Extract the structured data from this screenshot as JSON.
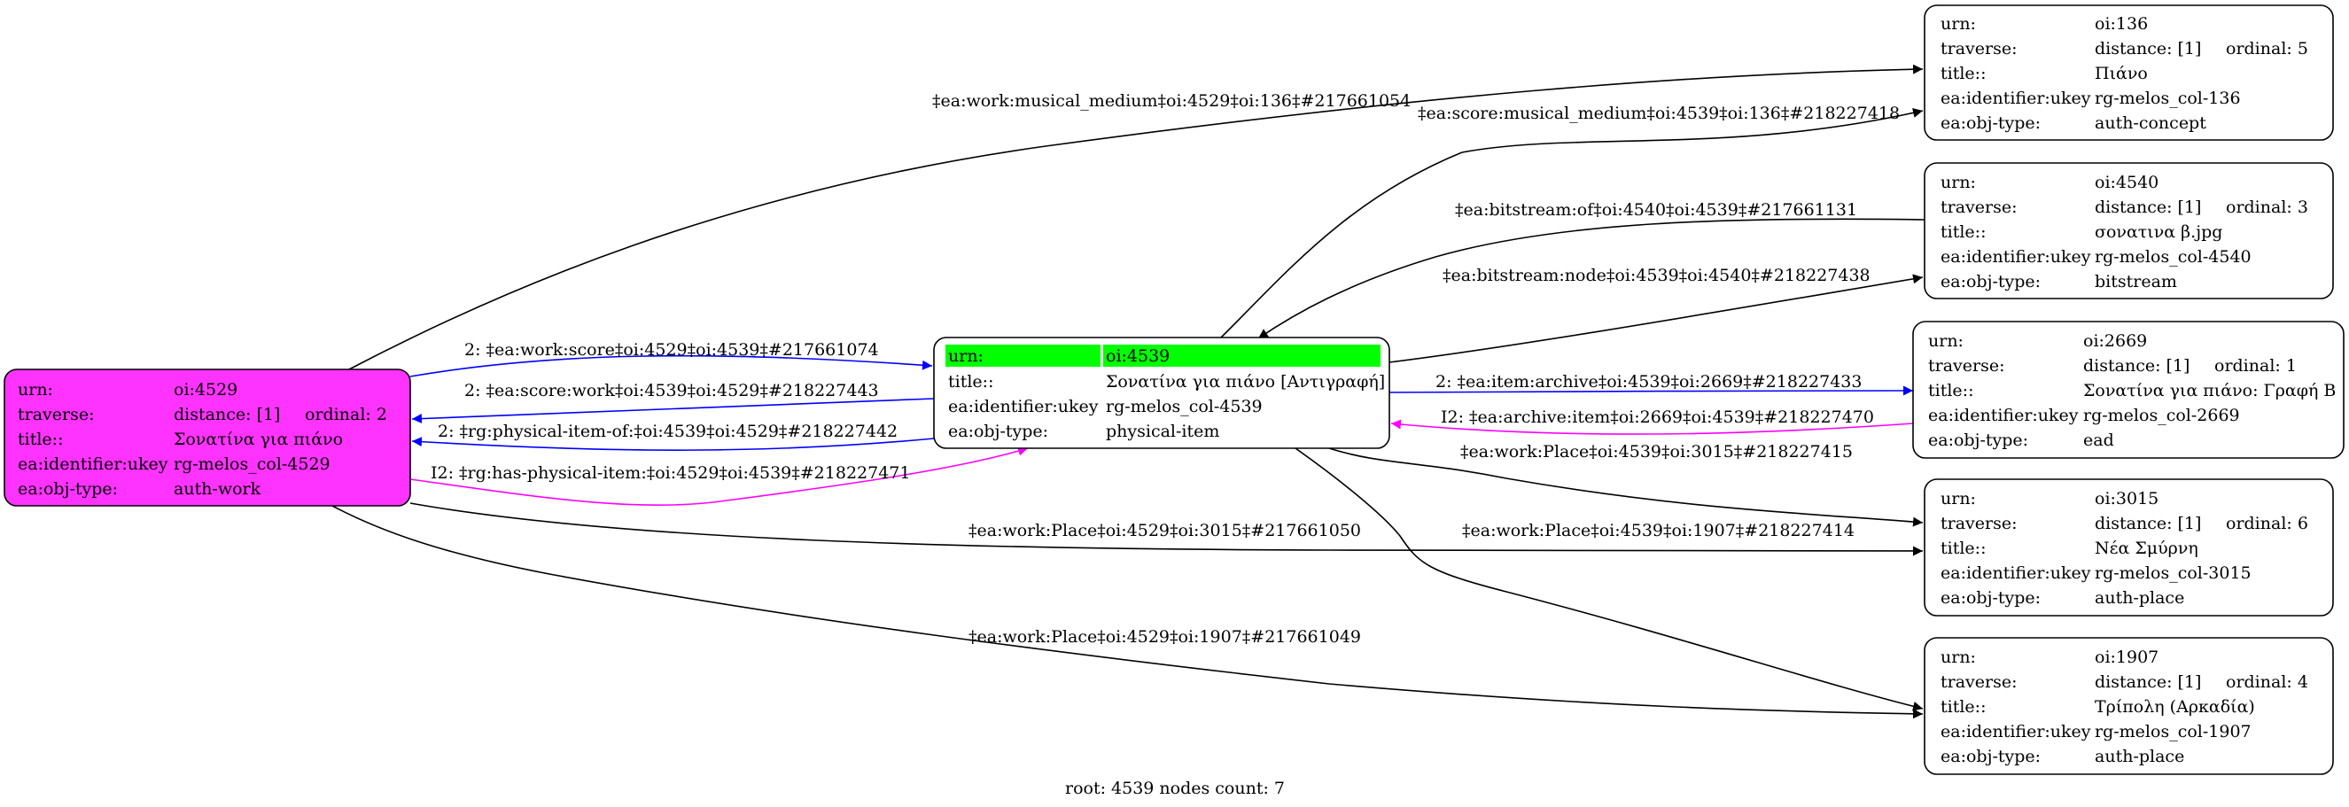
{
  "colors": {
    "black": "#000000",
    "blue": "#0000ff",
    "magenta": "#ff00ff",
    "root_fill": "#ff33ff",
    "highlight": "#00ff00",
    "node_fill": "#ffffff"
  },
  "footer": "root: 4539 nodes count: 7",
  "nodes": [
    {
      "id": "n4529",
      "rows": [
        {
          "key": "urn:",
          "value": "oi:4529"
        },
        {
          "key": "traverse:",
          "value": "distance: [1]",
          "extra": "ordinal: 2"
        },
        {
          "key": "title::",
          "value": "Σονατίνα για πιάνο"
        },
        {
          "key": "ea:identifier:ukey",
          "value": "rg-melos_col-4529"
        },
        {
          "key": "ea:obj-type:",
          "value": "auth-work"
        }
      ]
    },
    {
      "id": "n4539",
      "rows": [
        {
          "key": "urn:",
          "value": "oi:4539"
        },
        {
          "key": "title::",
          "value": "Σονατίνα για πιάνο [Αντιγραφή]"
        },
        {
          "key": "ea:identifier:ukey",
          "value": "rg-melos_col-4539"
        },
        {
          "key": "ea:obj-type:",
          "value": "physical-item"
        }
      ]
    },
    {
      "id": "n136",
      "rows": [
        {
          "key": "urn:",
          "value": "oi:136"
        },
        {
          "key": "traverse:",
          "value": "distance: [1]",
          "extra": "ordinal: 5"
        },
        {
          "key": "title::",
          "value": "Πιάνο"
        },
        {
          "key": "ea:identifier:ukey",
          "value": "rg-melos_col-136"
        },
        {
          "key": "ea:obj-type:",
          "value": "auth-concept"
        }
      ]
    },
    {
      "id": "n4540",
      "rows": [
        {
          "key": "urn:",
          "value": "oi:4540"
        },
        {
          "key": "traverse:",
          "value": "distance: [1]",
          "extra": "ordinal: 3"
        },
        {
          "key": "title::",
          "value": "σονατινα β.jpg"
        },
        {
          "key": "ea:identifier:ukey",
          "value": "rg-melos_col-4540"
        },
        {
          "key": "ea:obj-type:",
          "value": "bitstream"
        }
      ]
    },
    {
      "id": "n2669",
      "rows": [
        {
          "key": "urn:",
          "value": "oi:2669"
        },
        {
          "key": "traverse:",
          "value": "distance: [1]",
          "extra": "ordinal: 1"
        },
        {
          "key": "title::",
          "value": "Σονατίνα για πιάνο: Γραφή Β"
        },
        {
          "key": "ea:identifier:ukey",
          "value": "rg-melos_col-2669"
        },
        {
          "key": "ea:obj-type:",
          "value": "ead"
        }
      ]
    },
    {
      "id": "n3015",
      "rows": [
        {
          "key": "urn:",
          "value": "oi:3015"
        },
        {
          "key": "traverse:",
          "value": "distance: [1]",
          "extra": "ordinal: 6"
        },
        {
          "key": "title::",
          "value": "Νέα Σμύρνη"
        },
        {
          "key": "ea:identifier:ukey",
          "value": "rg-melos_col-3015"
        },
        {
          "key": "ea:obj-type:",
          "value": "auth-place"
        }
      ]
    },
    {
      "id": "n1907",
      "rows": [
        {
          "key": "urn:",
          "value": "oi:1907"
        },
        {
          "key": "traverse:",
          "value": "distance: [1]",
          "extra": "ordinal: 4"
        },
        {
          "key": "title::",
          "value": "Τρίπολη (Αρκαδία)"
        },
        {
          "key": "ea:identifier:ukey",
          "value": "rg-melos_col-1907"
        },
        {
          "key": "ea:obj-type:",
          "value": "auth-place"
        }
      ]
    }
  ],
  "edges": [
    {
      "from": "oi:4529",
      "to": "oi:136",
      "color": "black",
      "label": "‡ea:work:musical_medium‡oi:4529‡oi:136‡#217661054"
    },
    {
      "from": "oi:4539",
      "to": "oi:136",
      "color": "black",
      "label": "‡ea:score:musical_medium‡oi:4539‡oi:136‡#218227418"
    },
    {
      "from": "oi:4540",
      "to": "oi:4539",
      "color": "black",
      "label": "‡ea:bitstream:of‡oi:4540‡oi:4539‡#217661131"
    },
    {
      "from": "oi:4539",
      "to": "oi:4540",
      "color": "black",
      "label": "‡ea:bitstream:node‡oi:4539‡oi:4540‡#218227438"
    },
    {
      "from": "oi:4529",
      "to": "oi:4539",
      "color": "blue",
      "label": "2: ‡ea:work:score‡oi:4529‡oi:4539‡#217661074"
    },
    {
      "from": "oi:4539",
      "to": "oi:4529",
      "color": "blue",
      "label": "2: ‡ea:score:work‡oi:4539‡oi:4529‡#218227443"
    },
    {
      "from": "oi:4539",
      "to": "oi:4529",
      "color": "blue",
      "label": "2: ‡rg:physical-item-of:‡oi:4539‡oi:4529‡#218227442"
    },
    {
      "from": "oi:4529",
      "to": "oi:4539",
      "color": "magenta",
      "label": "I2: ‡rg:has-physical-item:‡oi:4529‡oi:4539‡#218227471"
    },
    {
      "from": "oi:4539",
      "to": "oi:2669",
      "color": "blue",
      "label": "2: ‡ea:item:archive‡oi:4539‡oi:2669‡#218227433"
    },
    {
      "from": "oi:2669",
      "to": "oi:4539",
      "color": "magenta",
      "label": "I2: ‡ea:archive:item‡oi:2669‡oi:4539‡#218227470"
    },
    {
      "from": "oi:4539",
      "to": "oi:3015",
      "color": "black",
      "label": "‡ea:work:Place‡oi:4539‡oi:3015‡#218227415"
    },
    {
      "from": "oi:4529",
      "to": "oi:3015",
      "color": "black",
      "label": "‡ea:work:Place‡oi:4529‡oi:3015‡#217661050"
    },
    {
      "from": "oi:4539",
      "to": "oi:1907",
      "color": "black",
      "label": "‡ea:work:Place‡oi:4539‡oi:1907‡#218227414"
    },
    {
      "from": "oi:4529",
      "to": "oi:1907",
      "color": "black",
      "label": "‡ea:work:Place‡oi:4529‡oi:1907‡#217661049"
    }
  ]
}
